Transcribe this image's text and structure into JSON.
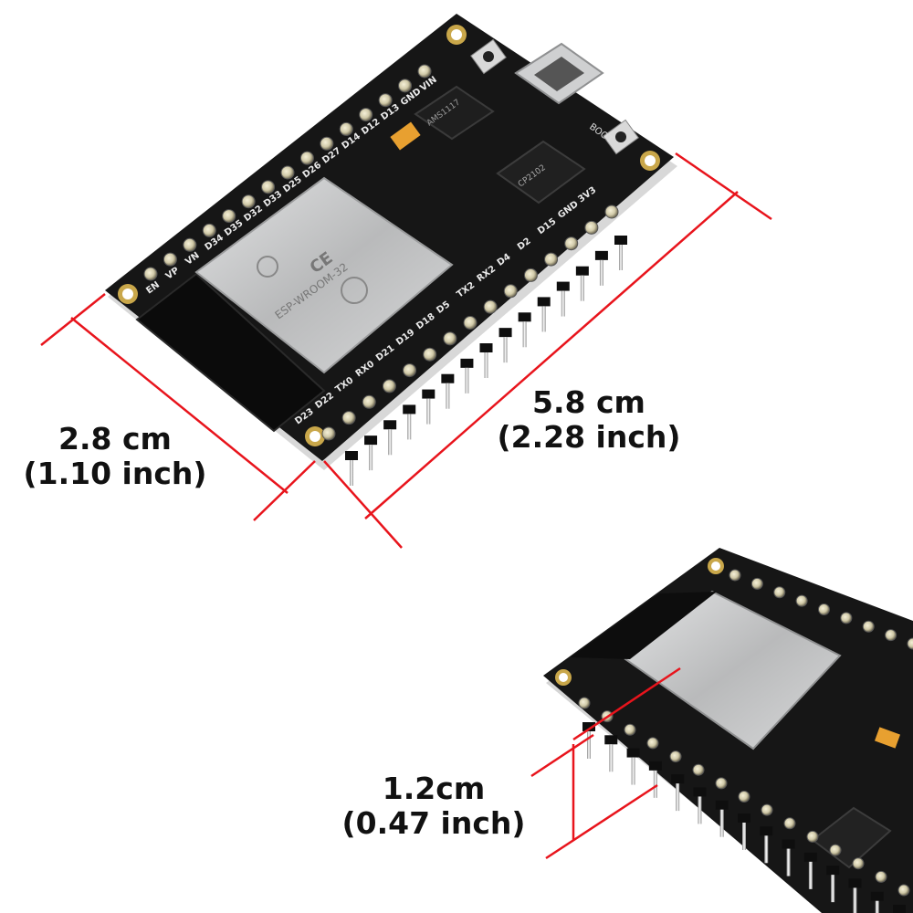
{
  "dimensions": {
    "width": {
      "metric": "2.8 cm",
      "imperial": "(1.10 inch)"
    },
    "length": {
      "metric": "5.8 cm",
      "imperial": "(2.28 inch)"
    },
    "height": {
      "metric": "1.2cm",
      "imperial": "(0.47 inch)"
    }
  },
  "board": {
    "pins_top": [
      "VIN",
      "GND",
      "D13",
      "D12",
      "D14",
      "D27",
      "D26",
      "D25",
      "D33",
      "D32",
      "D35",
      "D34",
      "VN",
      "VP",
      "EN"
    ],
    "pins_bottom": [
      "3V3",
      "GND",
      "D15",
      "D2",
      "D4",
      "RX2",
      "TX2",
      "D5",
      "D18",
      "D19",
      "D21",
      "RX0",
      "TX0",
      "D22",
      "D23"
    ],
    "regulator_text": "AMS1117",
    "usb_chip_text": "CP2102",
    "button_label": "BOOT",
    "module_text": "ESP-WROOM-32"
  },
  "colors": {
    "pcb": "#161616",
    "dimension_line": "#e8141c",
    "shield": "#c2c3c4",
    "pin_pad": "#c9a74a"
  }
}
